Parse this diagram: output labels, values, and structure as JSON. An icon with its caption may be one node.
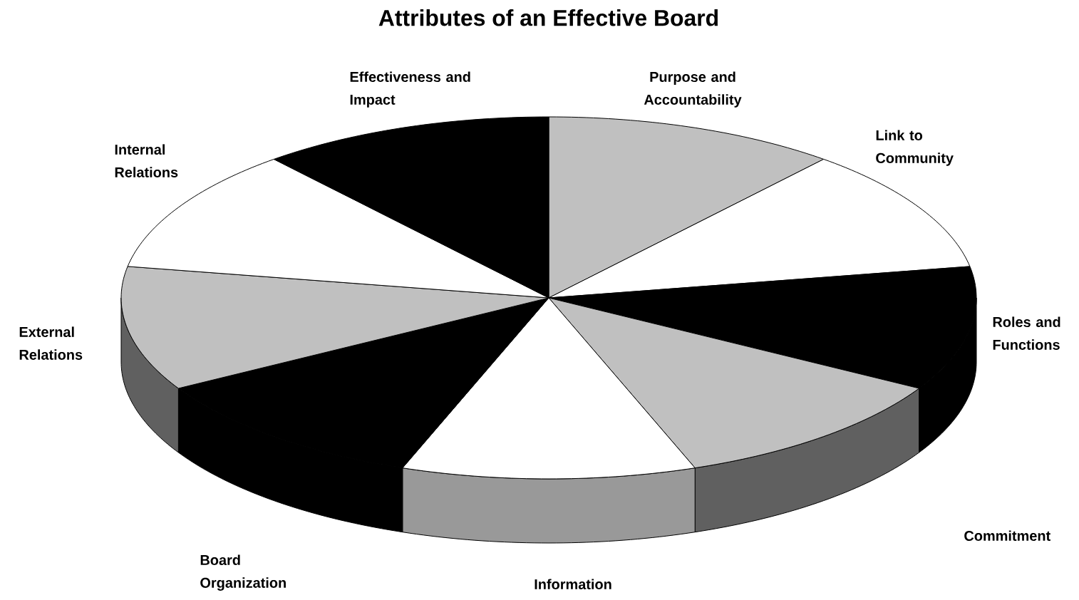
{
  "diagram": {
    "title": "Attributes of an Effective Board",
    "labels": [
      "Effectiveness and Impact",
      "Purpose and Accountability",
      "Link to Community",
      "Internal Relations",
      "Roles and Functions",
      "External Relations",
      "Commitment",
      "Board Organization",
      "Information"
    ]
  }
}
